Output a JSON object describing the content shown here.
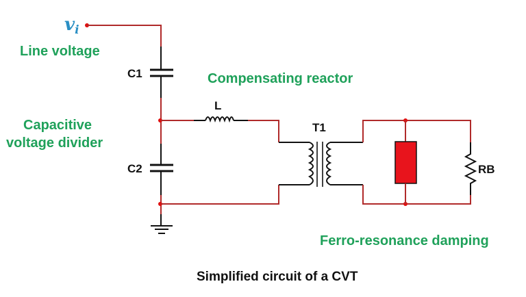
{
  "diagram": {
    "title": "Simplified circuit of a CVT",
    "input_symbol": {
      "base": "v",
      "subscript": "i"
    },
    "annotations": {
      "line_voltage": "Line voltage",
      "compensating_reactor": "Compensating reactor",
      "capacitive_divider_line1": "Capacitive",
      "capacitive_divider_line2": "voltage divider",
      "ferro_resonance": "Ferro-resonance damping"
    },
    "components": {
      "c1": "C1",
      "c2": "C2",
      "inductor": "L",
      "transformer": "T1",
      "burden_resistor": "RB"
    },
    "colors": {
      "annotation_green": "#1fa15a",
      "wire_red": "#b02a2a",
      "damping_box_red": "#e8141c",
      "input_blue": "#2a8fc4",
      "node_red": "#e01010"
    }
  }
}
